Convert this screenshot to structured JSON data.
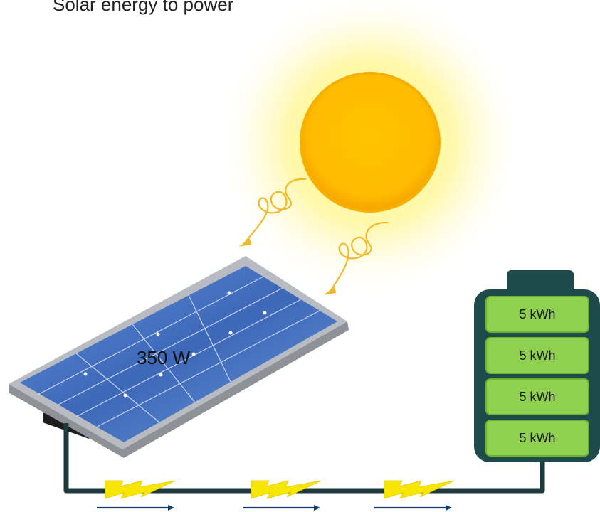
{
  "title": "Solar energy to power",
  "panel": {
    "power_label": "350 W"
  },
  "battery": {
    "cells": [
      {
        "label": "5 kWh"
      },
      {
        "label": "5 kWh"
      },
      {
        "label": "5 kWh"
      },
      {
        "label": "5 kWh"
      }
    ],
    "colors": {
      "body": "#1f4a4c",
      "cell": "#8fd14f",
      "cell_border": "#6fb030"
    }
  },
  "colors": {
    "sun": "#ffc20e",
    "glow": "#fff7a8",
    "wire": "#1f3a3d",
    "bolt": "#f7e600",
    "panel_cell": "#3f6fbf",
    "panel_frame": "#b8bcc2",
    "wave": "#f0b92a",
    "arrow": "#123b6e"
  },
  "icons": [
    "sun-icon",
    "light-wave-icon",
    "solar-panel-icon",
    "battery-icon",
    "lightning-bolt-icon",
    "flow-arrow-icon"
  ]
}
